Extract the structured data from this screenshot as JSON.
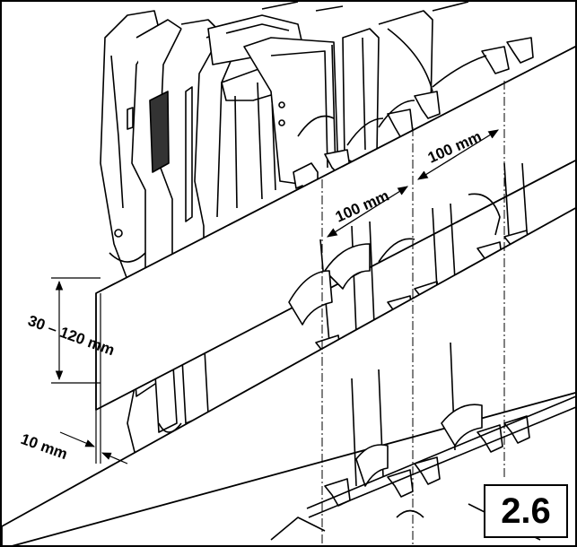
{
  "figure": {
    "number": "2.6",
    "dimensions": {
      "spacing_top": "100 mm",
      "spacing_lower": "100 mm",
      "height_range": "30 – 120 mm",
      "thickness": "10 mm"
    }
  },
  "colors": {
    "line": "#000000",
    "background": "#ffffff"
  }
}
